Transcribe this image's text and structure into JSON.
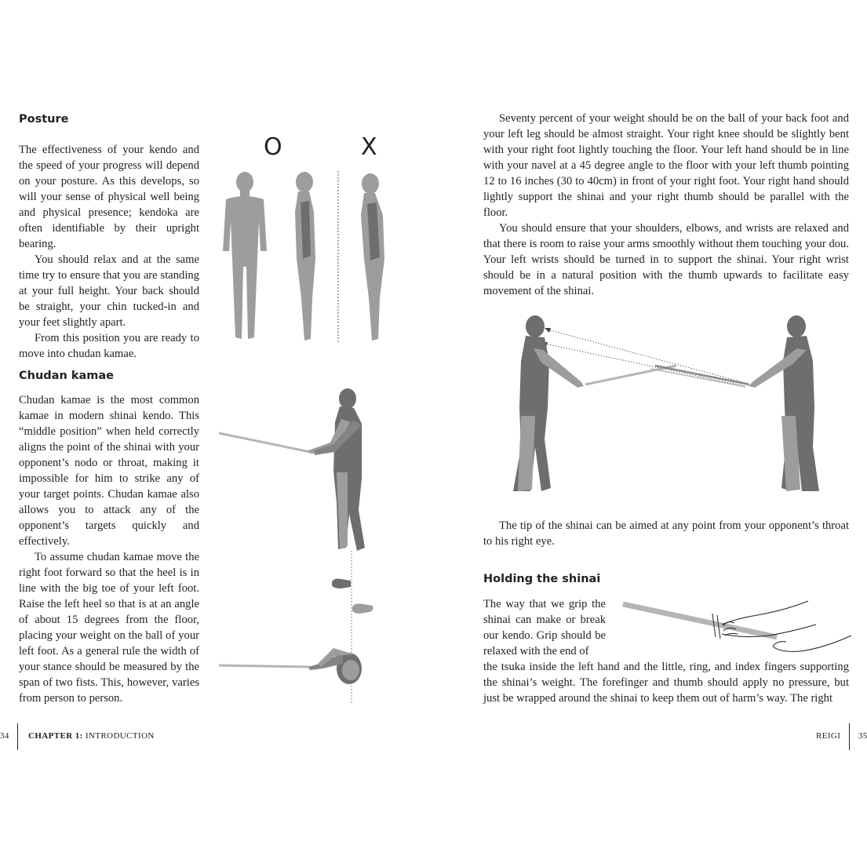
{
  "left_page": {
    "posture_heading": "Posture",
    "posture_paragraphs": [
      "The effectiveness of your kendo and the speed of your progress will depend on your posture. As this develops, so will your sense of physical well being and physical presence; kendoka are often identifiable by their upright bearing.",
      "You should relax and at the same time try to ensure that you are standing at your full height. Your back should be straight, your chin tucked-in and your feet slightly apart.",
      "From this position you are ready to move into chudan kamae."
    ],
    "correct_mark": "O",
    "incorrect_mark": "X",
    "chudan_heading": "Chudan kamae",
    "chudan_paragraphs": [
      "Chudan kamae is the most common kamae in modern shinai kendo. This “middle position” when held correctly aligns the point of the shinai with your opponent’s nodo or throat, making it impossible for him to strike any of your target points. Chudan kamae also allows you to attack any of the opponent’s targets quickly and effectively.",
      "To assume chudan kamae move the right foot forward so that the heel is in line with the big toe of your left foot.  Raise the left heel so that is at an angle of about 15 degrees from the floor, placing your weight on the ball of your left foot. As a general rule the width of your stance should be measured by the span of two fists. This, however, varies from person to person."
    ],
    "page_number": "34",
    "chapter_label": "CHAPTER 1:",
    "chapter_title": "INTRODUCTION"
  },
  "right_page": {
    "intro_paragraphs": [
      "Seventy percent of your weight should be on the ball of your back foot and your left leg should be almost straight. Your right knee should be slightly bent with your right foot lightly touching the floor. Your left hand should be in line with your navel at a 45 degree angle to the floor with your left thumb pointing 12 to 16 inches (30 to 40cm) in front of your right foot. Your right hand should lightly support the shinai and your right thumb should be parallel with the floor.",
      "You should ensure that your shoulders, elbows, and wrists are relaxed and that there is room to raise your arms smoothly without them touching your dou. Your left wrists should be turned in to support the shinai. Your right wrist should be in a natural position with the thumb upwards to facilitate easy movement of the shinai."
    ],
    "tip_paragraph": "The tip of the shinai can be aimed at any point from your opponent’s throat to his right eye.",
    "holding_heading": "Holding the shinai",
    "holding_short": "The way that we grip the shinai can make or break our kendo. Grip should be relaxed with the end of",
    "holding_long": "the tsuka inside the left hand and the little, ring, and index fingers supporting the shinai’s weight. The forefinger and thumb should apply no pressure, but just be wrapped around the shinai to keep them out of harm’s way. The right",
    "section_title": "REIGI",
    "page_number": "35"
  },
  "colors": {
    "figure_light": "#9d9d9d",
    "figure_dark": "#6e6e6e",
    "figure_mid": "#838383",
    "text": "#222222"
  }
}
